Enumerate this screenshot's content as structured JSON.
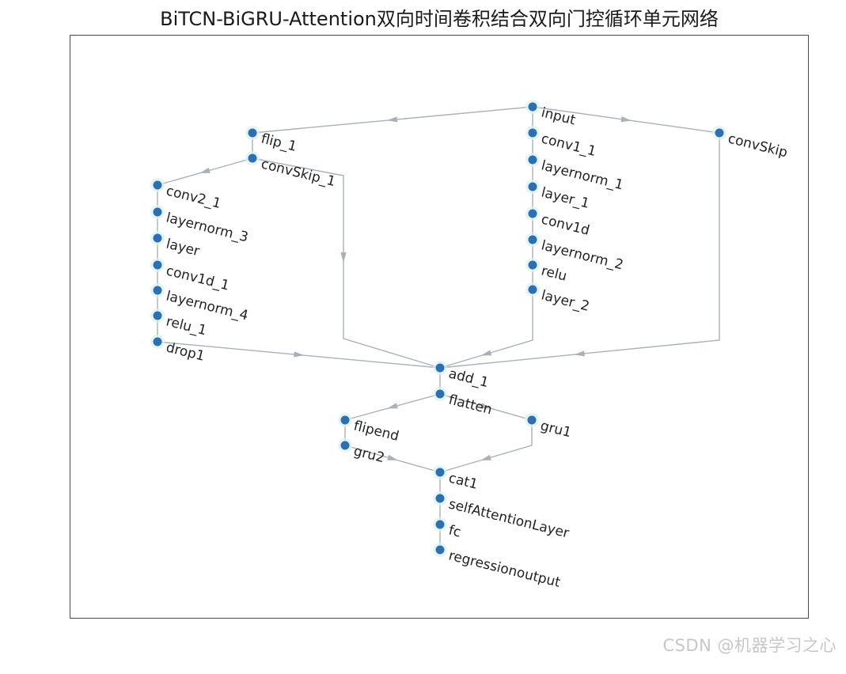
{
  "title": "BiTCN-BiGRU-Attention双向时间卷积结合双向门控循环单元网络",
  "watermark": "CSDN @机器学习之心",
  "graph": {
    "nodes": [
      {
        "id": "input",
        "label": "input"
      },
      {
        "id": "conv1_1",
        "label": "conv1_1"
      },
      {
        "id": "layernorm_1",
        "label": "layernorm_1"
      },
      {
        "id": "layer_1",
        "label": "layer_1"
      },
      {
        "id": "conv1d",
        "label": "conv1d"
      },
      {
        "id": "layernorm_2",
        "label": "layernorm_2"
      },
      {
        "id": "relu",
        "label": "relu"
      },
      {
        "id": "layer_2",
        "label": "layer_2"
      },
      {
        "id": "convSkip",
        "label": "convSkip"
      },
      {
        "id": "flip_1",
        "label": "flip_1"
      },
      {
        "id": "convSkip_1",
        "label": "convSkip_1"
      },
      {
        "id": "conv2_1",
        "label": "conv2_1"
      },
      {
        "id": "layernorm_3",
        "label": "layernorm_3"
      },
      {
        "id": "layer",
        "label": "layer"
      },
      {
        "id": "conv1d_1",
        "label": "conv1d_1"
      },
      {
        "id": "layernorm_4",
        "label": "layernorm_4"
      },
      {
        "id": "relu_1",
        "label": "relu_1"
      },
      {
        "id": "drop1",
        "label": "drop1"
      },
      {
        "id": "add_1",
        "label": "add_1"
      },
      {
        "id": "flatten",
        "label": "flatten"
      },
      {
        "id": "flipend",
        "label": "flipend"
      },
      {
        "id": "gru2",
        "label": "gru2"
      },
      {
        "id": "gru1",
        "label": "gru1"
      },
      {
        "id": "cat1",
        "label": "cat1"
      },
      {
        "id": "selfAttentionLayer",
        "label": "selfAttentionLayer"
      },
      {
        "id": "fc",
        "label": "fc"
      },
      {
        "id": "regressionoutput",
        "label": "regressionoutput"
      }
    ],
    "edges": [
      [
        "input",
        "conv1_1"
      ],
      [
        "conv1_1",
        "layernorm_1"
      ],
      [
        "layernorm_1",
        "layer_1"
      ],
      [
        "layer_1",
        "conv1d"
      ],
      [
        "conv1d",
        "layernorm_2"
      ],
      [
        "layernorm_2",
        "relu"
      ],
      [
        "relu",
        "layer_2"
      ],
      [
        "input",
        "convSkip"
      ],
      [
        "input",
        "flip_1"
      ],
      [
        "flip_1",
        "convSkip_1"
      ],
      [
        "flip_1",
        "conv2_1"
      ],
      [
        "conv2_1",
        "layernorm_3"
      ],
      [
        "layernorm_3",
        "layer"
      ],
      [
        "layer",
        "conv1d_1"
      ],
      [
        "conv1d_1",
        "layernorm_4"
      ],
      [
        "layernorm_4",
        "relu_1"
      ],
      [
        "relu_1",
        "drop1"
      ],
      [
        "drop1",
        "add_1"
      ],
      [
        "convSkip_1",
        "add_1"
      ],
      [
        "layer_2",
        "add_1"
      ],
      [
        "convSkip",
        "add_1"
      ],
      [
        "add_1",
        "flatten"
      ],
      [
        "flatten",
        "flipend"
      ],
      [
        "flatten",
        "gru1"
      ],
      [
        "flipend",
        "gru2"
      ],
      [
        "gru2",
        "cat1"
      ],
      [
        "gru1",
        "cat1"
      ],
      [
        "cat1",
        "selfAttentionLayer"
      ],
      [
        "selfAttentionLayer",
        "fc"
      ],
      [
        "fc",
        "regressionoutput"
      ]
    ]
  }
}
